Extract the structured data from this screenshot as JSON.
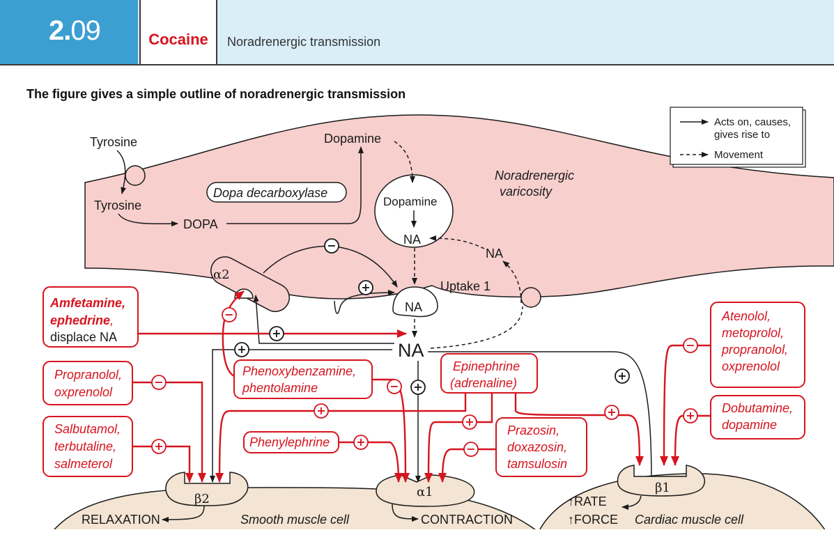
{
  "header": {
    "chapter_major": "2.",
    "chapter_minor": "09",
    "title": "Cocaine",
    "subtitle": "Noradrenergic transmission"
  },
  "heading": "The figure gives a simple outline of noradrenergic transmission",
  "legend": {
    "solid_line1": "Acts on, causes,",
    "solid_line2": "gives rise to",
    "dashed": "Movement"
  },
  "varicosity": {
    "label1": "Noradrenergic",
    "label2": "varicosity",
    "tyrosine_outside": "Tyrosine",
    "tyrosine_inside": "Tyrosine",
    "dopa": "DOPA",
    "enzyme": "Dopa decarboxylase",
    "dopamine_top": "Dopamine",
    "vesicle_dopamine": "Dopamine",
    "vesicle_na": "NA",
    "na_return": "NA",
    "uptake": "Uptake 1",
    "na_release": "NA",
    "alpha2": "α2"
  },
  "synapse": {
    "na_main": "NA"
  },
  "drugs": {
    "amfetamine_bold1": "Amfetamine,",
    "amfetamine_bold2": "ephedrine",
    "amfetamine_comma": ",",
    "amfetamine_line3": "displace NA",
    "prop_line1": "Propranolol,",
    "prop_line2": "oxprenolol",
    "salb_line1": "Salbutamol,",
    "salb_line2": "terbutaline,",
    "salb_line3": "salmeterol",
    "phenoxy_line1": "Phenoxybenzamine,",
    "phenoxy_line2": "phentolamine",
    "phenylephrine": "Phenylephrine",
    "epi_line1": "Epinephrine",
    "epi_line2": "(adrenaline)",
    "prazosin_line1": "Prazosin,",
    "prazosin_line2": "doxazosin,",
    "prazosin_line3": "tamsulosin",
    "aten_line1": "Atenolol,",
    "aten_line2": "metoprolol,",
    "aten_line3": "propranolol,",
    "aten_line4": "oxprenolol",
    "dobu_line1": "Dobutamine,",
    "dobu_line2": "dopamine"
  },
  "receptors": {
    "beta2": "β2",
    "alpha1": "α1",
    "beta1": "β1"
  },
  "cells": {
    "smooth": "Smooth muscle cell",
    "cardiac": "Cardiac muscle cell",
    "relaxation": "RELAXATION",
    "contraction": "CONTRACTION",
    "rate": "↑RATE",
    "force": "↑FORCE"
  },
  "signs": {
    "plus": "+",
    "minus": "−"
  },
  "colors": {
    "accent_red": "#d6141e",
    "varicosity_fill": "#f7cfcd",
    "cell_fill": "#f3e4d3",
    "header_blue": "#3b9fd1",
    "header_band": "#d9eef7"
  }
}
